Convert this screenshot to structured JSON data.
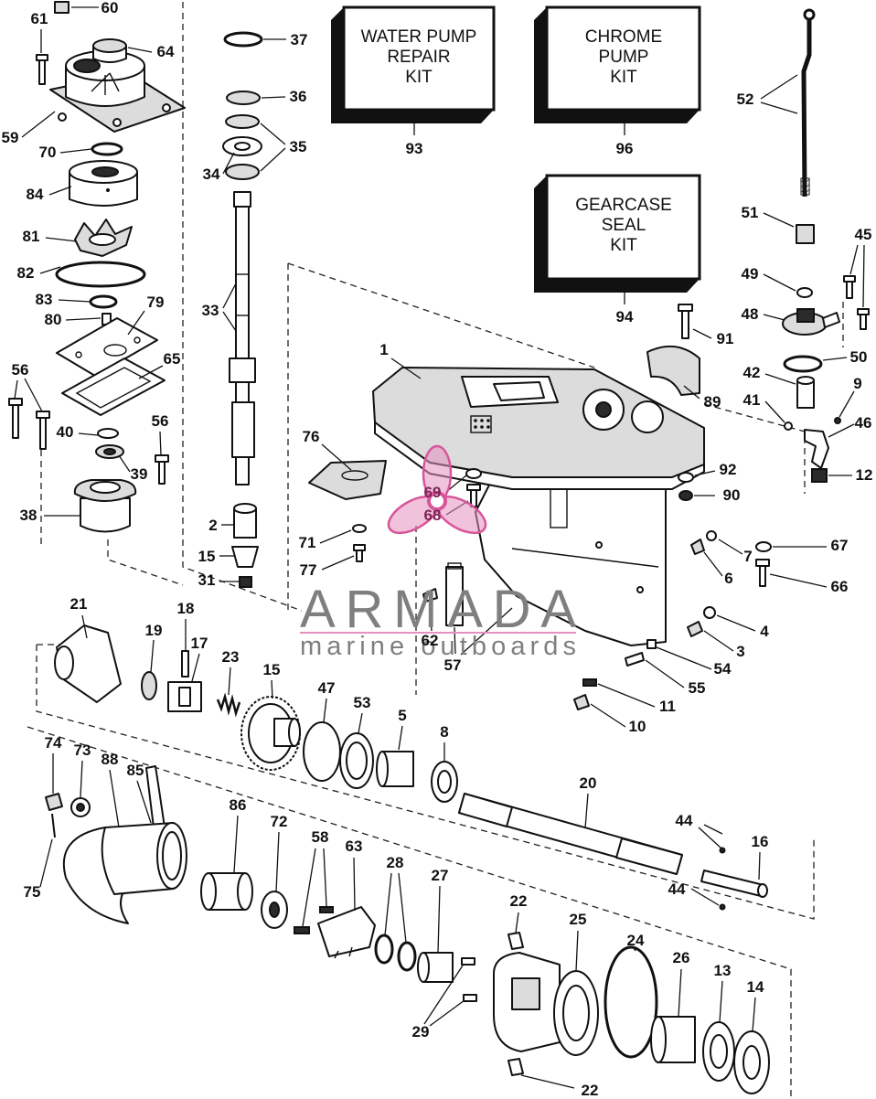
{
  "kits": [
    {
      "line1": "WATER PUMP",
      "line2": "REPAIR",
      "line3": "KIT",
      "number": "93"
    },
    {
      "line1": "CHROME",
      "line2": "PUMP",
      "line3": "KIT",
      "number": "96"
    },
    {
      "line1": "GEARCASE",
      "line2": "SEAL",
      "line3": "KIT",
      "number": "94"
    }
  ],
  "watermark": {
    "brand": "ARMADA",
    "tagline": "marine outboards",
    "text_color": "#7f7f7f",
    "accent_color": "#e690c0",
    "logo_color": "#d9559a"
  },
  "part_labels": [
    "60",
    "61",
    "64",
    "59",
    "70",
    "84",
    "81",
    "82",
    "83",
    "79",
    "80",
    "65",
    "56",
    "40",
    "56",
    "39",
    "38",
    "37",
    "36",
    "35",
    "34",
    "33",
    "2",
    "15",
    "31",
    "52",
    "51",
    "45",
    "49",
    "48",
    "91",
    "50",
    "42",
    "9",
    "41",
    "89",
    "46",
    "12",
    "92",
    "90",
    "67",
    "7",
    "6",
    "66",
    "4",
    "3",
    "54",
    "55",
    "11",
    "10",
    "1",
    "76",
    "69",
    "68",
    "71",
    "77",
    "62",
    "57",
    "21",
    "19",
    "18",
    "17",
    "23",
    "15",
    "47",
    "53",
    "5",
    "8",
    "20",
    "74",
    "73",
    "88",
    "85",
    "86",
    "72",
    "58",
    "63",
    "28",
    "27",
    "44",
    "16",
    "44",
    "75",
    "22",
    "25",
    "24",
    "26",
    "13",
    "14",
    "29",
    "22"
  ]
}
